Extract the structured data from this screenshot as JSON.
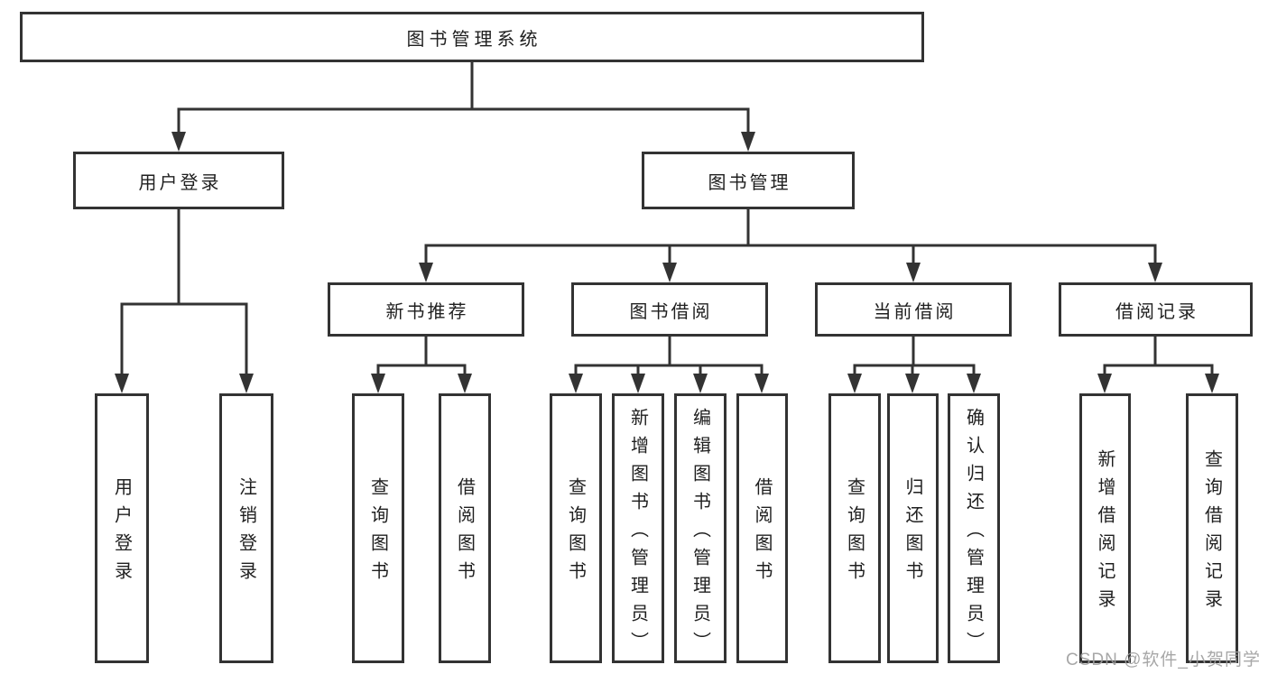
{
  "diagram": {
    "type": "hierarchy-tree",
    "root": {
      "label": "图书管理系统",
      "children": [
        {
          "label": "用户登录",
          "children": [
            {
              "label": "用户登录"
            },
            {
              "label": "注销登录"
            }
          ]
        },
        {
          "label": "图书管理",
          "children": [
            {
              "label": "新书推荐",
              "children": [
                {
                  "label": "查询图书"
                },
                {
                  "label": "借阅图书"
                }
              ]
            },
            {
              "label": "图书借阅",
              "children": [
                {
                  "label": "查询图书"
                },
                {
                  "label": "新增图书（管理员）"
                },
                {
                  "label": "编辑图书（管理员）"
                },
                {
                  "label": "借阅图书"
                }
              ]
            },
            {
              "label": "当前借阅",
              "children": [
                {
                  "label": "查询图书"
                },
                {
                  "label": "归还图书"
                },
                {
                  "label": "确认归还（管理员）"
                }
              ]
            },
            {
              "label": "借阅记录",
              "children": [
                {
                  "label": "新增借阅记录"
                },
                {
                  "label": "查询借阅记录"
                }
              ]
            }
          ]
        }
      ]
    }
  },
  "watermark": {
    "text": "CSDN @软件_小贺同学",
    "color": "#9e9e9e"
  },
  "colors": {
    "line": "#333333",
    "box_border": "#333333",
    "box_fill": "#ffffff",
    "text": "#1f1f1f",
    "background": "#ffffff"
  }
}
